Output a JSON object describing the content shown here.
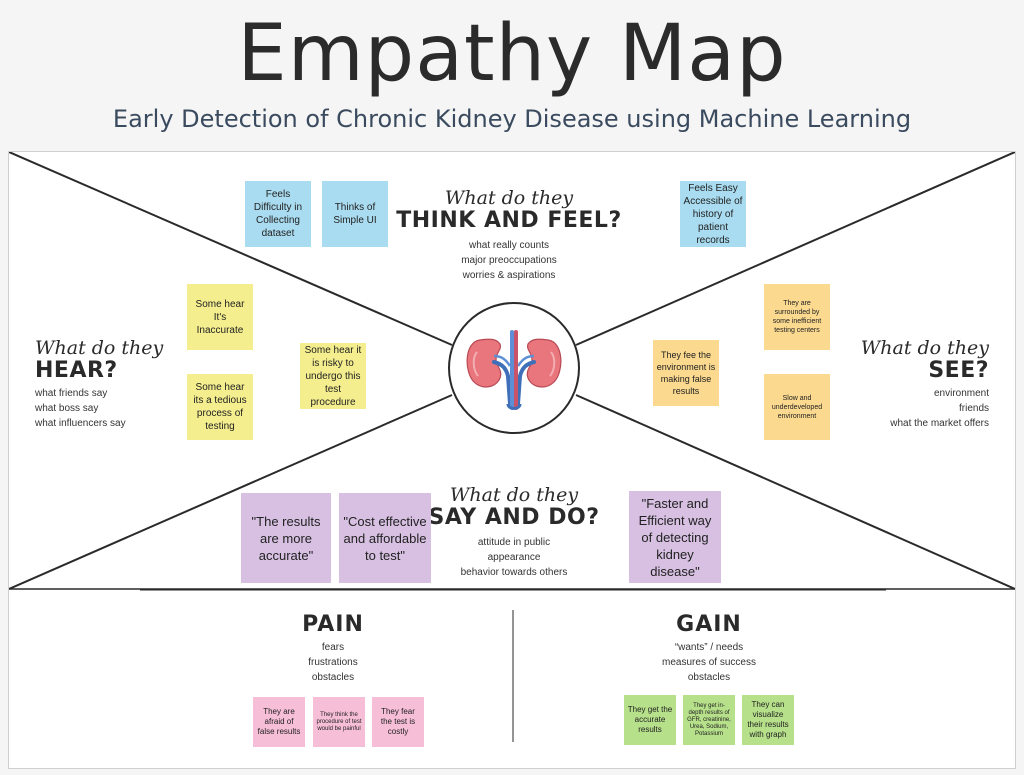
{
  "title": "Empathy Map",
  "subtitle": "Early Detection of Chronic Kidney Disease using Machine Learning",
  "think_feel": {
    "script": "What do they",
    "caps": "THINK AND FEEL?",
    "lines": [
      "what really counts",
      "major preoccupations",
      "worries & aspirations"
    ],
    "notes": [
      "Feels Difficulty in Collecting dataset",
      "Thinks of Simple UI",
      "Feels Easy Accessible of history of patient records"
    ]
  },
  "hear": {
    "script": "What do they",
    "caps": "HEAR?",
    "lines": [
      "what friends say",
      "what boss say",
      "what influencers say"
    ],
    "notes": [
      "Some hear It's Inaccurate",
      "Some hear its a tedious process of testing",
      "Some hear it is risky to undergo this test procedure"
    ]
  },
  "see": {
    "script": "What do they",
    "caps": "SEE?",
    "lines": [
      "environment",
      "friends",
      "what the market offers"
    ],
    "notes": [
      "They are surrounded by some inefficient testing centers",
      "Slow and underdeveloped environment",
      "They fee the environment is making false results"
    ]
  },
  "say_do": {
    "script": "What do they",
    "caps": "SAY AND DO?",
    "lines": [
      "attitude in public",
      "appearance",
      "behavior towards others"
    ],
    "notes": [
      "\"The results are more accurate\"",
      "\"Cost effective and affordable to test\"",
      "\"Faster and Efficient way of detecting kidney disease\""
    ]
  },
  "pain": {
    "title": "PAIN",
    "lines": [
      "fears",
      "frustrations",
      "obstacles"
    ],
    "notes": [
      "They are afraid of false results",
      "They think the procedure of test would be painful",
      "They fear the test is costly"
    ]
  },
  "gain": {
    "title": "GAIN",
    "lines": [
      "“wants” / needs",
      "measures of success",
      "obstacles"
    ],
    "notes": [
      "They get the accurate results",
      "They get in-depth results of GFR, creatinine, Urea, Sodium, Potassium",
      "They can visualize their results with graph"
    ]
  },
  "colors": {
    "think_note": "#a9dcf0",
    "hear_note": "#f4ee8e",
    "see_note": "#fbd98f",
    "say_note": "#d7c0e2",
    "pain_note": "#f7bed8",
    "gain_note": "#b6e08a"
  },
  "center_icon": "kidneys-illustration"
}
